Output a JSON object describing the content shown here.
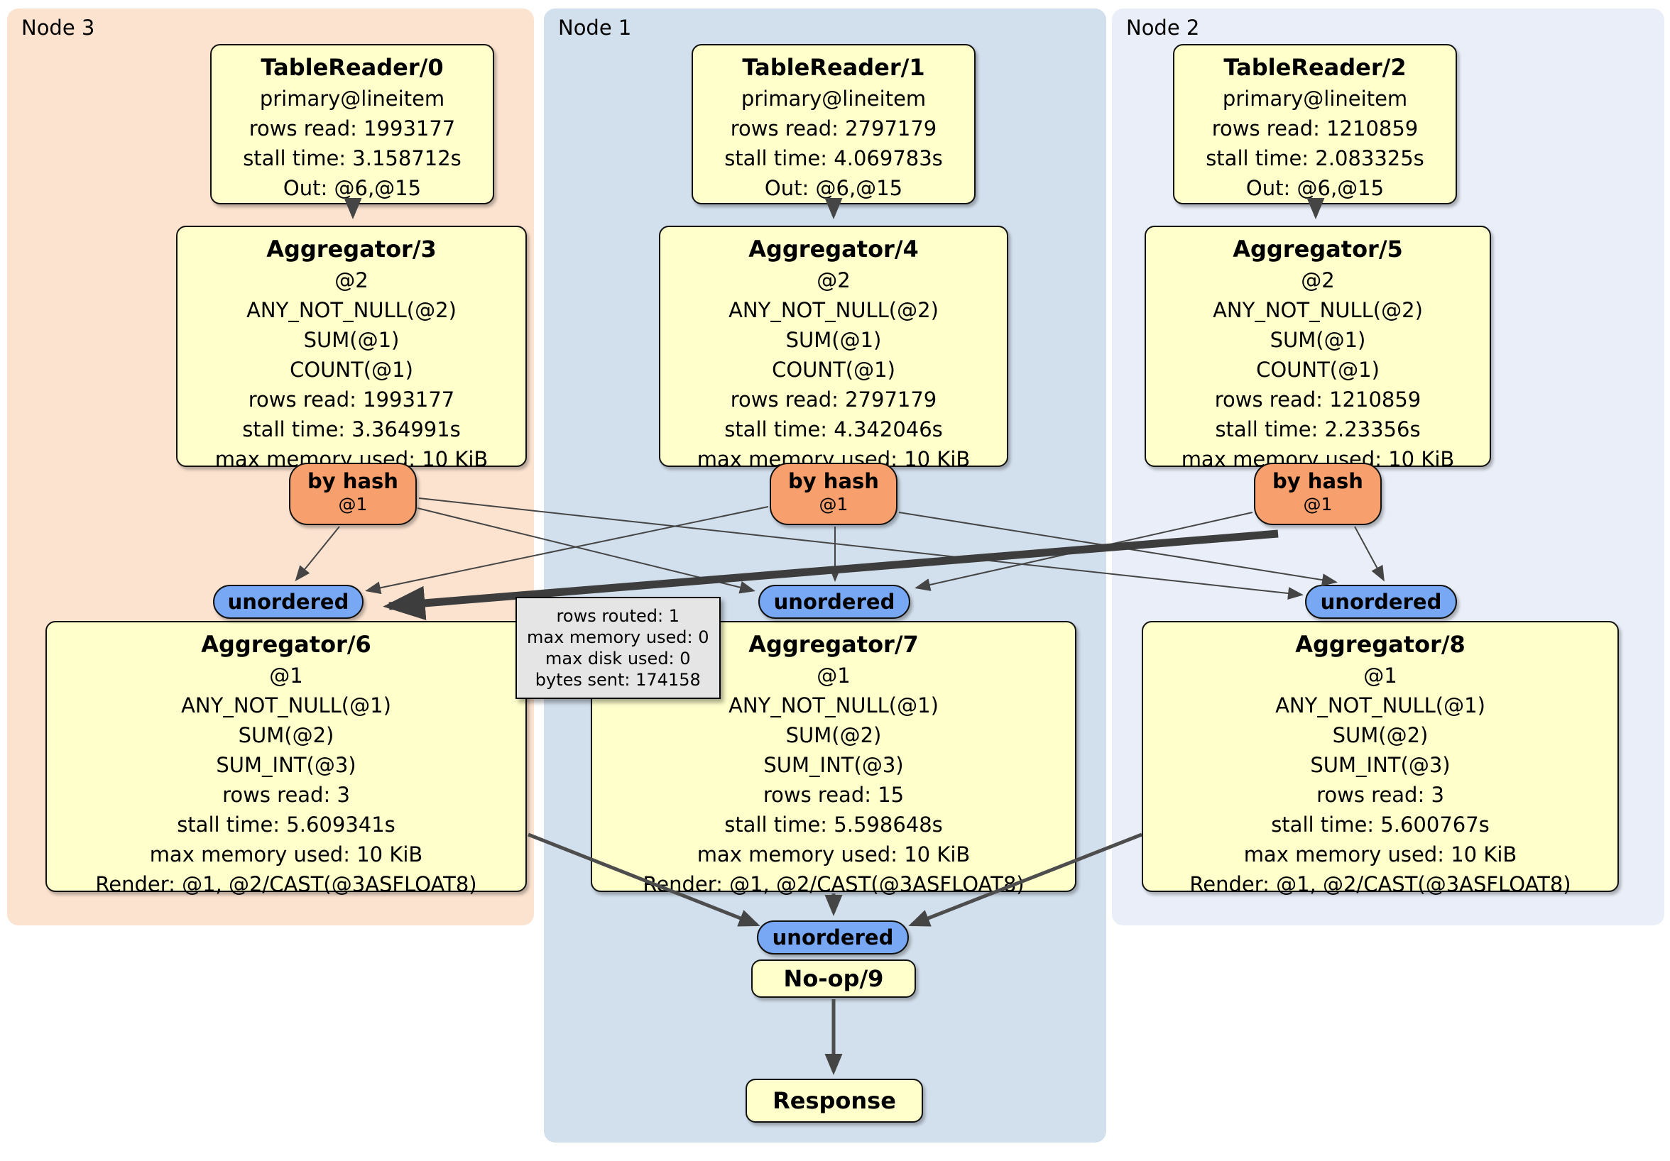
{
  "panels": [
    {
      "label": "Node 3"
    },
    {
      "label": "Node 1"
    },
    {
      "label": "Node 2"
    }
  ],
  "boxes": {
    "tr0": {
      "title": "TableReader/0",
      "lines": [
        "primary@lineitem",
        "rows read: 1993177",
        "stall time: 3.158712s",
        "Out: @6,@15"
      ]
    },
    "tr1": {
      "title": "TableReader/1",
      "lines": [
        "primary@lineitem",
        "rows read: 2797179",
        "stall time: 4.069783s",
        "Out: @6,@15"
      ]
    },
    "tr2": {
      "title": "TableReader/2",
      "lines": [
        "primary@lineitem",
        "rows read: 1210859",
        "stall time: 2.083325s",
        "Out: @6,@15"
      ]
    },
    "agg3": {
      "title": "Aggregator/3",
      "lines": [
        "@2",
        "ANY_NOT_NULL(@2)",
        "SUM(@1)",
        "COUNT(@1)",
        "rows read: 1993177",
        "stall time: 3.364991s",
        "max memory used: 10 KiB"
      ]
    },
    "agg4": {
      "title": "Aggregator/4",
      "lines": [
        "@2",
        "ANY_NOT_NULL(@2)",
        "SUM(@1)",
        "COUNT(@1)",
        "rows read: 2797179",
        "stall time: 4.342046s",
        "max memory used: 10 KiB"
      ]
    },
    "agg5": {
      "title": "Aggregator/5",
      "lines": [
        "@2",
        "ANY_NOT_NULL(@2)",
        "SUM(@1)",
        "COUNT(@1)",
        "rows read: 1210859",
        "stall time: 2.23356s",
        "max memory used: 10 KiB"
      ]
    },
    "agg6": {
      "title": "Aggregator/6",
      "lines": [
        "@1",
        "ANY_NOT_NULL(@1)",
        "SUM(@2)",
        "SUM_INT(@3)",
        "rows read: 3",
        "stall time: 5.609341s",
        "max memory used: 10 KiB",
        "Render: @1, @2/CAST(@3ASFLOAT8)"
      ]
    },
    "agg7": {
      "title": "Aggregator/7",
      "lines": [
        "@1",
        "ANY_NOT_NULL(@1)",
        "SUM(@2)",
        "SUM_INT(@3)",
        "rows read: 15",
        "stall time: 5.598648s",
        "max memory used: 10 KiB",
        "Render: @1, @2/CAST(@3ASFLOAT8)"
      ]
    },
    "agg8": {
      "title": "Aggregator/8",
      "lines": [
        "@1",
        "ANY_NOT_NULL(@1)",
        "SUM(@2)",
        "SUM_INT(@3)",
        "rows read: 3",
        "stall time: 5.600767s",
        "max memory used: 10 KiB",
        "Render: @1, @2/CAST(@3ASFLOAT8)"
      ]
    },
    "noop": {
      "title": "No-op/9"
    },
    "response": {
      "title": "Response"
    }
  },
  "router": {
    "label": "by hash",
    "key": "@1"
  },
  "sync": {
    "label": "unordered"
  },
  "tooltip": {
    "lines": [
      "rows routed: 1",
      "max memory used: 0",
      "max disk used: 0",
      "bytes sent: 174158"
    ]
  },
  "colors": {
    "node3_bg": "#fce3d0",
    "node1_bg": "#d2dfec",
    "node2_bg": "#e9eef8",
    "box_fill": "#ffffcc",
    "router_fill": "#f7a06d",
    "sync_fill": "#78a8f4",
    "tooltip_bg": "#e5e5e5",
    "edge": "#454545"
  }
}
